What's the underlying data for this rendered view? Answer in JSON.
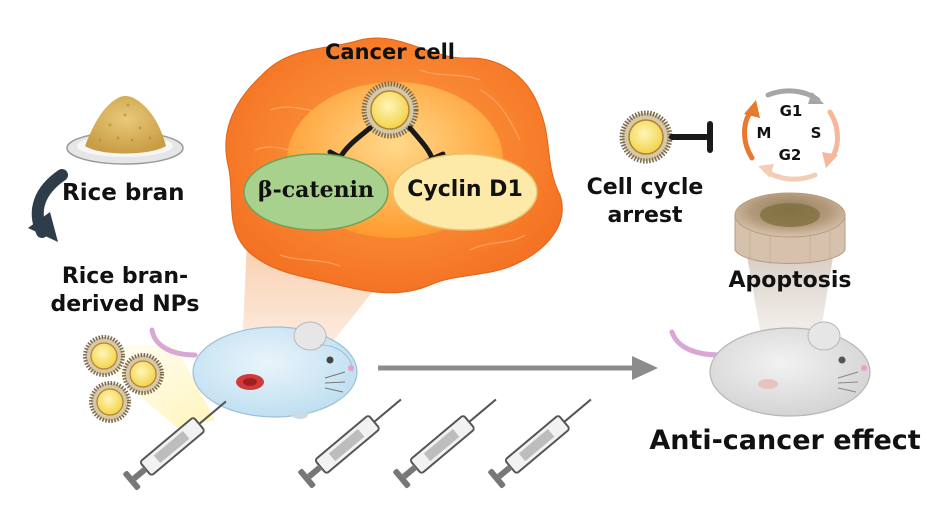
{
  "labels": {
    "cancer_cell": "Cancer cell",
    "beta_catenin": "β-catenin",
    "cyclin_d1": "Cyclin D1",
    "rice_bran": "Rice bran",
    "rice_bran_nps_line1": "Rice bran-",
    "rice_bran_nps_line2": "derived NPs",
    "cell_cycle_arrest_line1": "Cell cycle",
    "cell_cycle_arrest_line2": "arrest",
    "apoptosis": "Apoptosis",
    "anti_cancer_effect": "Anti-cancer effect"
  },
  "cell_cycle": {
    "phases": [
      "G1",
      "S",
      "G2",
      "M"
    ]
  },
  "colors": {
    "cancer_cell": "#f58a3c",
    "cancer_nucleus": "#ffb347",
    "beta_catenin_fill": "#a8d08d",
    "cyclin_fill": "#fde9a5",
    "nanoparticle_core": "#f7e27a",
    "arrow_gray": "#8c8c8c",
    "cycle_orange": "#e87a2d",
    "cycle_peach": "#f5b89a"
  }
}
